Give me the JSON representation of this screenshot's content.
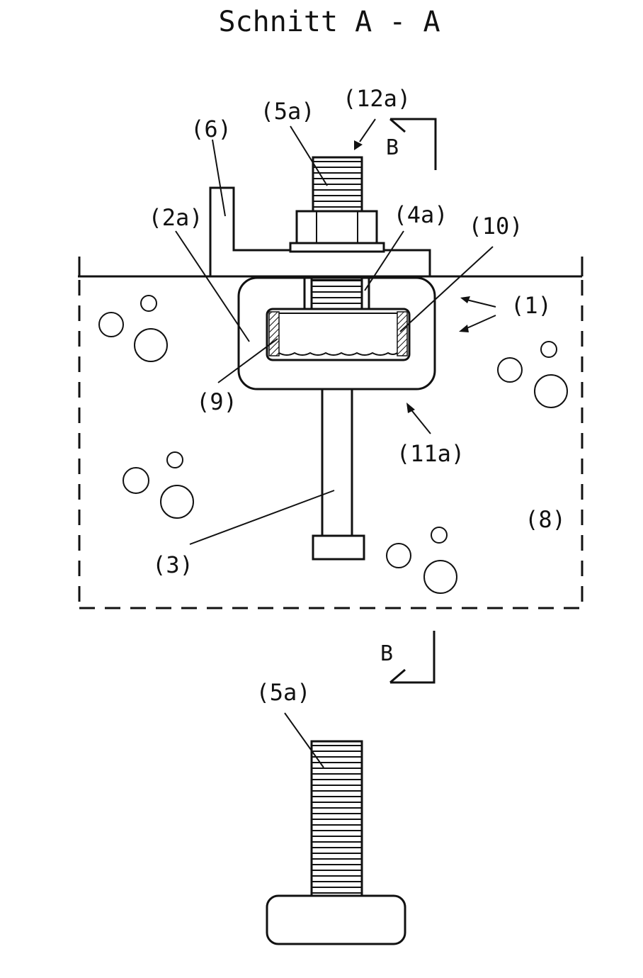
{
  "title": "Schnitt A - A",
  "section_marks": {
    "top": "B",
    "bottom": "B"
  },
  "labels": {
    "l6": "(6)",
    "l5a_top": "(5a)",
    "l12a": "(12a)",
    "l2a": "(2a)",
    "l4a": "(4a)",
    "l10": "(10)",
    "l1": "(1)",
    "l9": "(9)",
    "l11a": "(11a)",
    "l8": "(8)",
    "l3": "(3)",
    "l5a_bottom": "(5a)"
  },
  "colors": {
    "ink": "#111111",
    "paper": "#ffffff"
  }
}
